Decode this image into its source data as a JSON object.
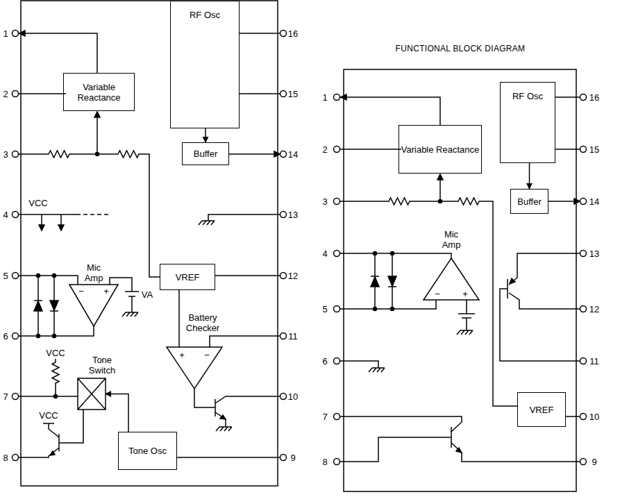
{
  "diagram": {
    "title": "FUNCTIONAL BLOCK DIAGRAM",
    "nodes": [
      {
        "text": [
          "Variable Reactance"
        ]
      },
      {
        "text": [
          "RF Osc"
        ]
      },
      {
        "text": [
          "Buffer"
        ]
      },
      {
        "text": [
          "Mic Amp"
        ]
      },
      {
        "text": [
          "VREF"
        ]
      },
      {
        "text": [
          "Battery Checker"
        ]
      },
      {
        "text": [
          "Tone Switch"
        ]
      },
      {
        "text": [
          "Tone Osc"
        ]
      },
      {
        "text": [
          "Variable Reactance"
        ]
      },
      {
        "text": [
          "RF Osc"
        ]
      },
      {
        "text": [
          "Buffer"
        ]
      },
      {
        "text": [
          "Mic Amp"
        ]
      },
      {
        "text": [
          "VREF"
        ]
      }
    ],
    "edges": [
      {
        "from": 1,
        "to": 2,
        "arrow": "to"
      },
      {
        "from": 4,
        "to": 5,
        "arrow": "none"
      },
      {
        "from": 7,
        "to": 6,
        "arrow": "to"
      },
      {
        "from": 9,
        "to": 10,
        "arrow": "to"
      }
    ],
    "labels": [
      "1",
      "2",
      "3",
      "4",
      "5",
      "6",
      "7",
      "8",
      "9",
      "10",
      "11",
      "12",
      "13",
      "14",
      "15",
      "16",
      "VCC",
      "VCC",
      "VCC",
      "VA",
      "−",
      "+",
      "+",
      "−",
      "1",
      "2",
      "3",
      "4",
      "5",
      "6",
      "7",
      "8",
      "9",
      "10",
      "11",
      "12",
      "13",
      "14",
      "15",
      "16",
      "−",
      "+"
    ]
  }
}
